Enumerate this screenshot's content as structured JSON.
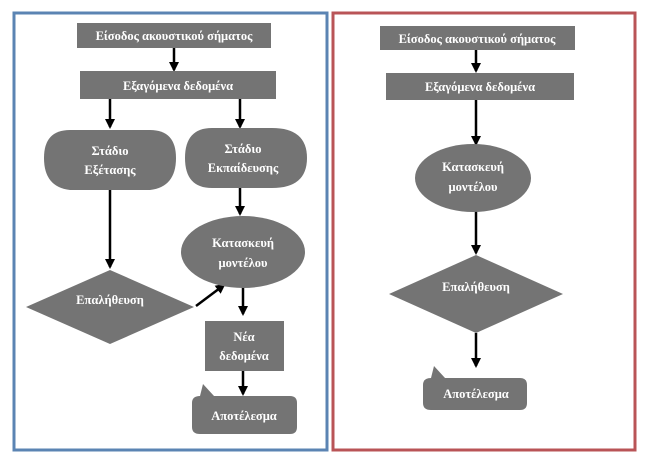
{
  "colors": {
    "left_panel_border": "#5b84b3",
    "right_panel_border": "#b95457",
    "shape_fill": "#747474",
    "arrow": "#000000",
    "text": "#ffffff"
  },
  "left_panel": {
    "input": "Είσοδος ακουστικού σήματος",
    "extracted": "Εξαγόμενα δεδομένα",
    "test_stage": [
      "Στάδιο",
      "Εξέτασης"
    ],
    "training_stage": [
      "Στάδιο",
      "Εκπαίδευσης"
    ],
    "model_build": [
      "Κατασκευή",
      "μοντέλου"
    ],
    "verification": "Επαλήθευση",
    "new_data": [
      "Νέα",
      "δεδομένα"
    ],
    "result": "Αποτέλεσμα"
  },
  "right_panel": {
    "input": "Είσοδος ακουστικού σήματος",
    "extracted": "Εξαγόμενα δεδομένα",
    "model_build": [
      "Κατασκευή",
      "μοντέλου"
    ],
    "verification": "Επαλήθευση",
    "result": "Αποτέλεσμα"
  }
}
